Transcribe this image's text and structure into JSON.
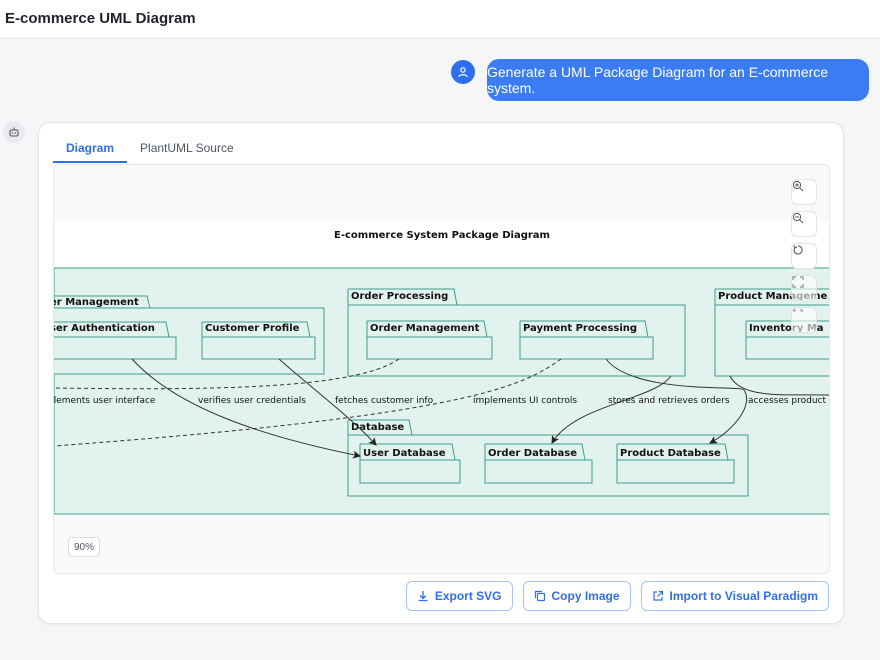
{
  "header": {
    "title": "E-commerce UML Diagram"
  },
  "chat": {
    "user_message": "Generate a UML Package Diagram for an E-commerce system."
  },
  "tabs": [
    {
      "label": "Diagram",
      "active": true
    },
    {
      "label": "PlantUML Source",
      "active": false
    }
  ],
  "diagram": {
    "title": "E-commerce System Package Diagram",
    "packages": {
      "user_management": "er Management",
      "user_authentication": "ser Authentication",
      "customer_profile": "Customer Profile",
      "order_processing": "Order Processing",
      "order_management": "Order Management",
      "payment_processing": "Payment Processing",
      "product_management": "Product Manageme",
      "inventory_management": "Inventory Ma",
      "database": "Database",
      "user_database": "User Database",
      "order_database": "Order Database",
      "product_database": "Product Database"
    },
    "edge_labels": {
      "implements_user_interface": "plements user interface",
      "verifies_user_credentials": "verifies user credentials",
      "fetches_customer_info": "fetches customer info",
      "implements_ui_controls": "implements UI controls",
      "stores_and_retrieves_orders": "stores and retrieves orders",
      "accesses_product": "accesses product"
    },
    "fill_color": "#e2f2ef",
    "border_color": "#3f9e87"
  },
  "viewer": {
    "zoom_level": "90%"
  },
  "actions": {
    "export_svg": "Export SVG",
    "copy_image": "Copy Image",
    "import_vp": "Import to Visual Paradigm"
  },
  "colors": {
    "accent": "#2f6fef",
    "user_bubble": "#3c7cf3"
  }
}
